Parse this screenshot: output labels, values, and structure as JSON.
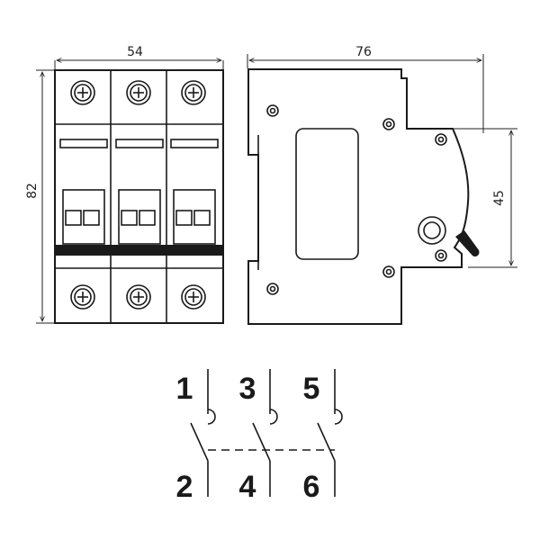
{
  "front_view": {
    "width_label": "54",
    "height_label": "82",
    "poles": 3
  },
  "side_view": {
    "depth_label": "76",
    "front_height_label": "45"
  },
  "schematic": {
    "poles": [
      {
        "top": "1",
        "bottom": "2"
      },
      {
        "top": "3",
        "bottom": "4"
      },
      {
        "top": "5",
        "bottom": "6"
      }
    ]
  },
  "colors": {
    "line": "#1a1a1a",
    "background": "#ffffff"
  }
}
